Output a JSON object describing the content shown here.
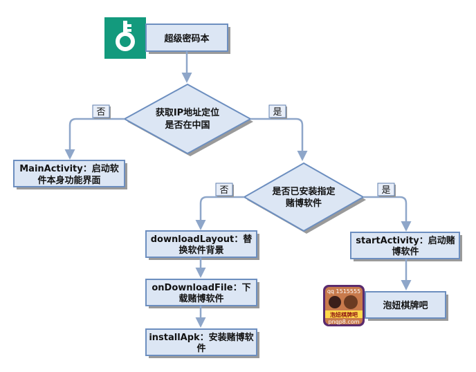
{
  "colors": {
    "node_fill": "#dce6f4",
    "node_stroke": "#6c8ebf",
    "edge": "#8ea6c9",
    "app_icon_bg": "#139a7d"
  },
  "nodes": {
    "app_name": "超级密码本",
    "decision_ip": [
      "获取IP地址定位",
      "是否在中国"
    ],
    "main_activity": [
      "MainActivity：启动软",
      "件本身功能界面"
    ],
    "decision_installed": [
      "是否已安装指定",
      "赌博软件"
    ],
    "start_activity": [
      "startActivity：启动赌",
      "博软件"
    ],
    "download_layout": [
      "downloadLayout：替",
      "换软件背景"
    ],
    "on_download_file": [
      "onDownloadFile：下",
      "载赌博软件"
    ],
    "install_apk": [
      "installApk：安装赌博软",
      "件"
    ],
    "gambling_app": "泡妞棋牌吧"
  },
  "edge_labels": {
    "no1": "否",
    "yes1": "是",
    "no2": "否",
    "yes2": "是"
  },
  "gambling_icon": {
    "top_text": "qq 1515555",
    "middle_text": "泡妞棋牌吧",
    "bottom_text": "pnqp8.com"
  }
}
